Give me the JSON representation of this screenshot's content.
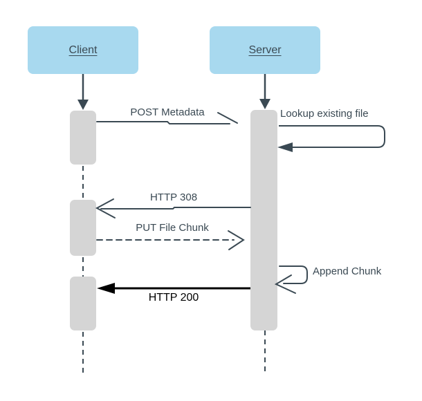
{
  "actors": {
    "client": "Client",
    "server": "Server"
  },
  "messages": {
    "post_metadata": "POST Metadata",
    "lookup_existing_file": "Lookup existing file",
    "http_308": "HTTP 308",
    "put_file_chunk": "PUT File Chunk",
    "append_chunk": "Append Chunk",
    "http_200": "HTTP 200"
  },
  "colors": {
    "background": "#FFFFFF",
    "actor_fill": "#A8D9EF",
    "stroke": "#3A4953",
    "activation_fill": "#D5D5D5",
    "emphasis_stroke": "#000000"
  }
}
